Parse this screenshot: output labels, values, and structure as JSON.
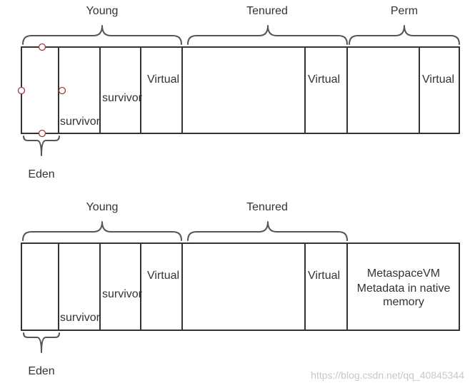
{
  "top_diagram": {
    "groups": {
      "young": "Young",
      "tenured": "Tenured",
      "perm": "Perm"
    },
    "cells": {
      "survivor_1": "survivor",
      "survivor_2": "survivor",
      "virtual_young": "Virtual",
      "virtual_tenured": "Virtual",
      "virtual_perm": "Virtual"
    },
    "eden": "Eden"
  },
  "bottom_diagram": {
    "groups": {
      "young": "Young",
      "tenured": "Tenured"
    },
    "cells": {
      "survivor_1": "survivor",
      "survivor_2": "survivor",
      "virtual_young": "Virtual",
      "virtual_tenured": "Virtual",
      "metaspace_line1": "MetaspaceVM",
      "metaspace_line2": "Metadata in native",
      "metaspace_line3": "memory"
    },
    "eden": "Eden"
  },
  "watermark": "https://blog.csdn.net/qq_40845344"
}
